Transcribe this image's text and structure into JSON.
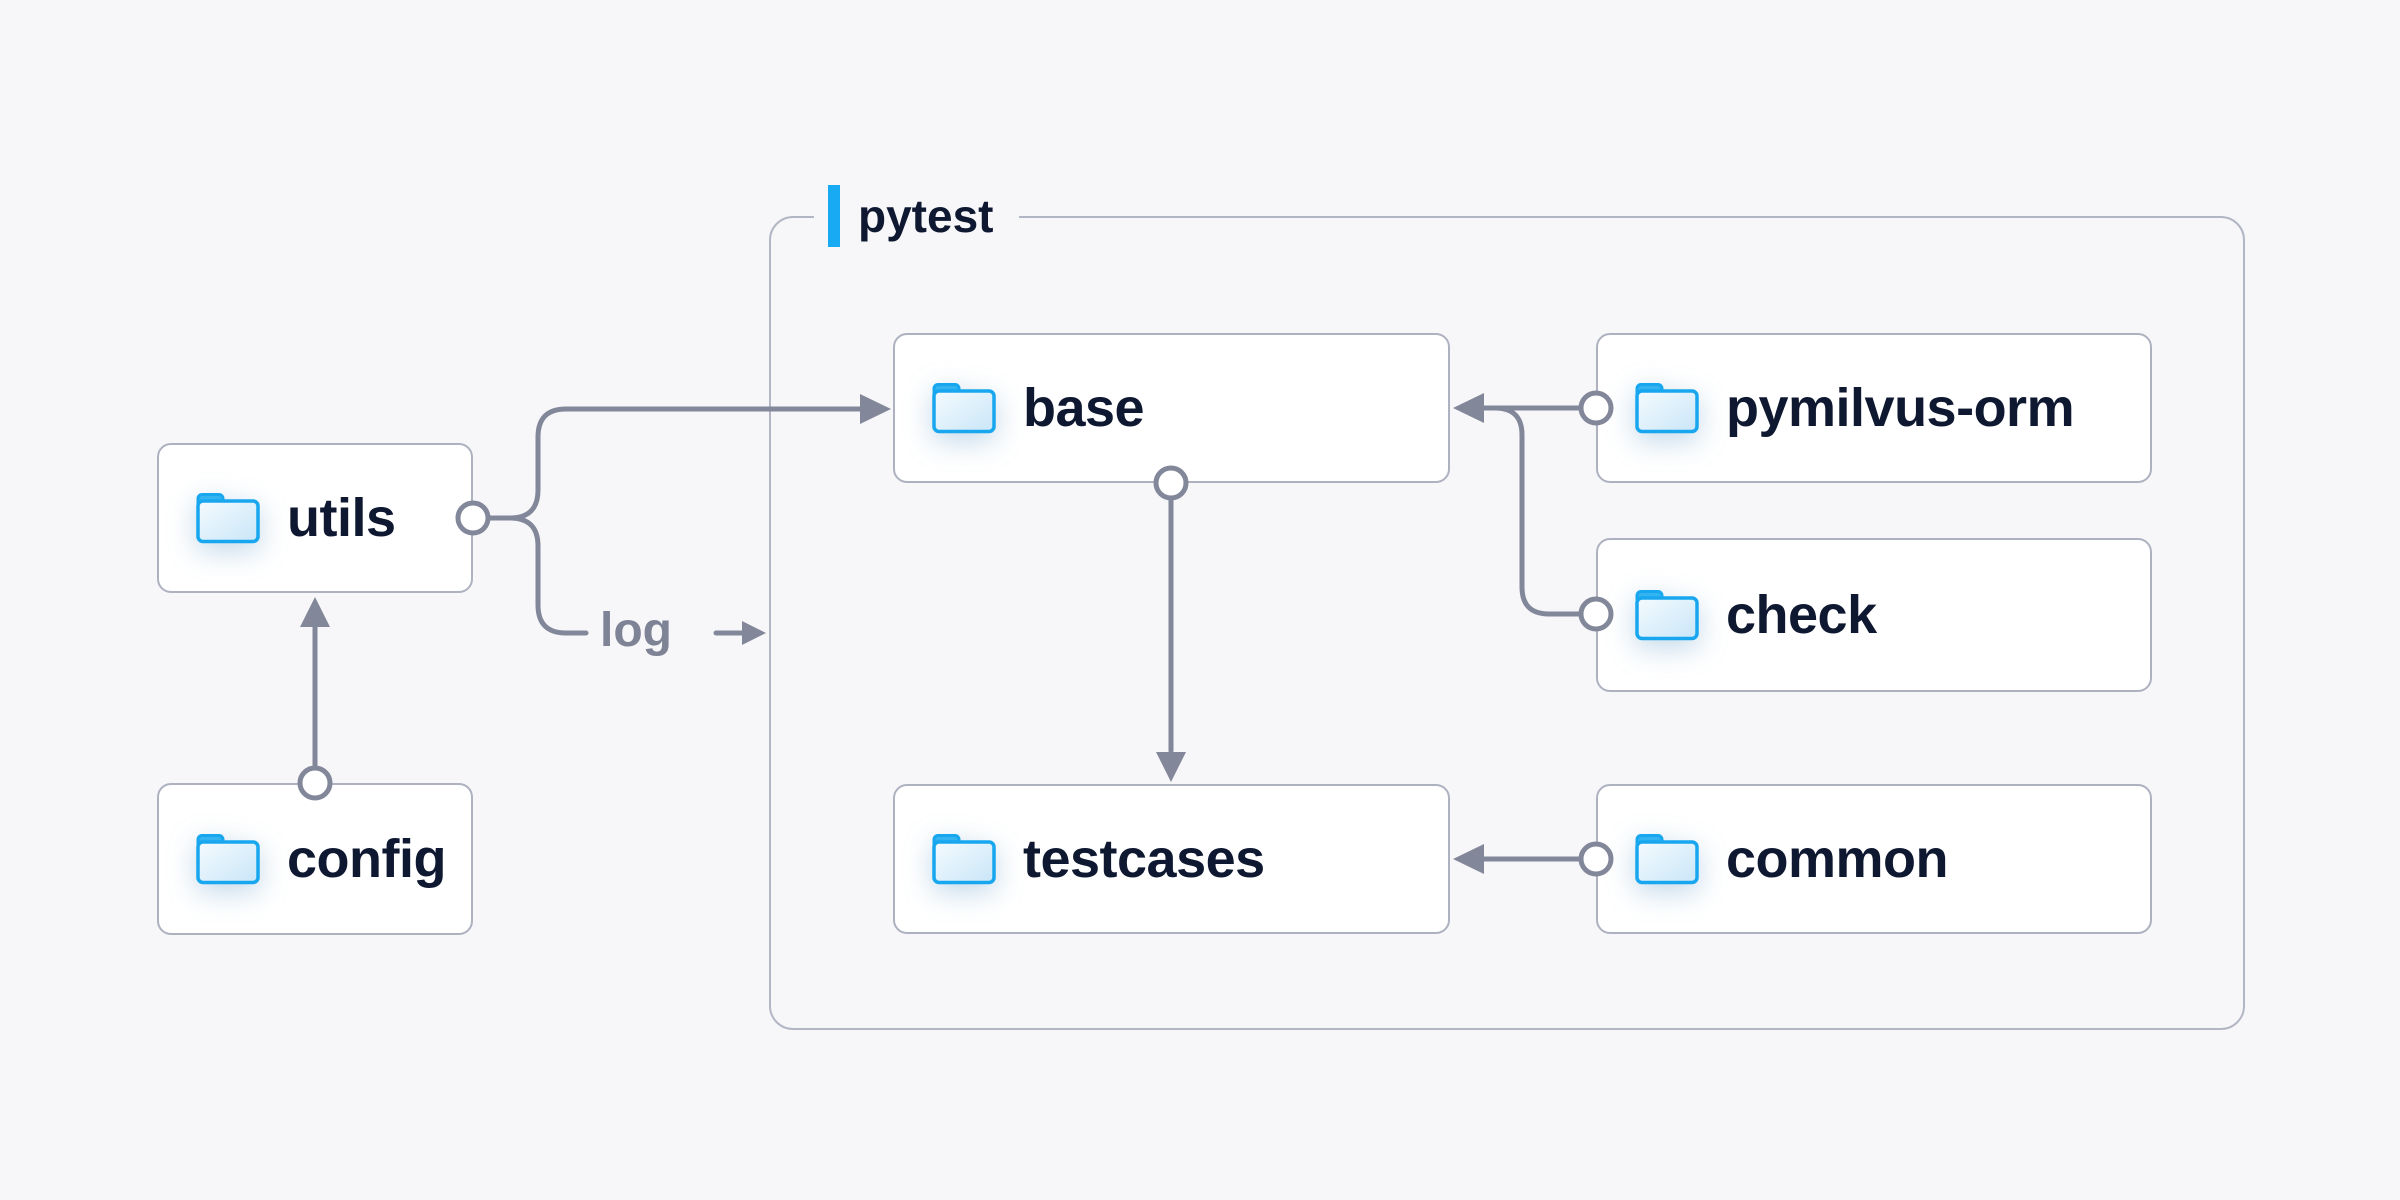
{
  "diagram": {
    "background_color": "#f7f7f9",
    "node_fill_color": "#ffffff",
    "node_border_color": "#aeb2c0",
    "group_border_color": "#b3b6c4",
    "connector_color": "#82879a",
    "text_color": "#0f1831",
    "muted_text_color": "#7e8396",
    "accent_color": "#18aaf2",
    "folder_icon_color": "#18a7ef"
  },
  "group": {
    "label": "pytest"
  },
  "nodes": [
    {
      "id": "utils",
      "label": "utils"
    },
    {
      "id": "config",
      "label": "config"
    },
    {
      "id": "base",
      "label": "base"
    },
    {
      "id": "pymilvus-orm",
      "label": "pymilvus-orm"
    },
    {
      "id": "check",
      "label": "check"
    },
    {
      "id": "testcases",
      "label": "testcases"
    },
    {
      "id": "common",
      "label": "common"
    }
  ],
  "edge_label": {
    "log": "log"
  },
  "edges": [
    {
      "from": "utils",
      "to": "base"
    },
    {
      "from": "utils",
      "to": "log",
      "label": "log"
    },
    {
      "from": "config",
      "to": "utils"
    },
    {
      "from": "base",
      "to": "testcases"
    },
    {
      "from": "pymilvus-orm",
      "to": "base"
    },
    {
      "from": "check",
      "to": "base"
    },
    {
      "from": "common",
      "to": "testcases"
    }
  ]
}
